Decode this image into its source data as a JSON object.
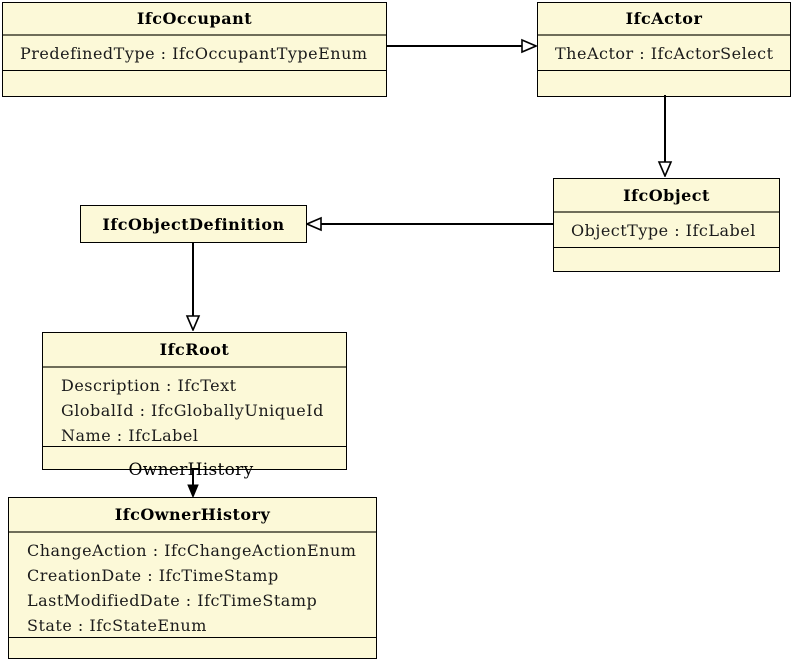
{
  "diagram": {
    "type": "uml-class-diagram",
    "colors": {
      "background": "#ffffff",
      "box_fill": "#fcf9d8",
      "box_border": "#000000",
      "title_divider": "#6f6e59",
      "text": "#1b1b1b"
    },
    "classes": [
      {
        "name": "IfcOccupant",
        "attributes": [
          "PredefinedType : IfcOccupantTypeEnum"
        ]
      },
      {
        "name": "IfcActor",
        "attributes": [
          "TheActor : IfcActorSelect"
        ]
      },
      {
        "name": "IfcObject",
        "attributes": [
          "ObjectType : IfcLabel"
        ]
      },
      {
        "name": "IfcObjectDefinition",
        "attributes": []
      },
      {
        "name": "IfcRoot",
        "attributes": [
          "Description : IfcText",
          "GlobalId : IfcGloballyUniqueId",
          "Name : IfcLabel"
        ]
      },
      {
        "name": "IfcOwnerHistory",
        "attributes": [
          "ChangeAction : IfcChangeActionEnum",
          "CreationDate : IfcTimeStamp",
          "LastModifiedDate : IfcTimeStamp",
          "State : IfcStateEnum"
        ]
      }
    ],
    "relations": [
      {
        "from": "IfcOccupant",
        "to": "IfcActor",
        "type": "generalization",
        "label": ""
      },
      {
        "from": "IfcActor",
        "to": "IfcObject",
        "type": "generalization",
        "label": ""
      },
      {
        "from": "IfcObject",
        "to": "IfcObjectDefinition",
        "type": "generalization",
        "label": ""
      },
      {
        "from": "IfcObjectDefinition",
        "to": "IfcRoot",
        "type": "generalization",
        "label": ""
      },
      {
        "from": "IfcRoot",
        "to": "IfcOwnerHistory",
        "type": "association",
        "label": "OwnerHistory"
      }
    ]
  }
}
